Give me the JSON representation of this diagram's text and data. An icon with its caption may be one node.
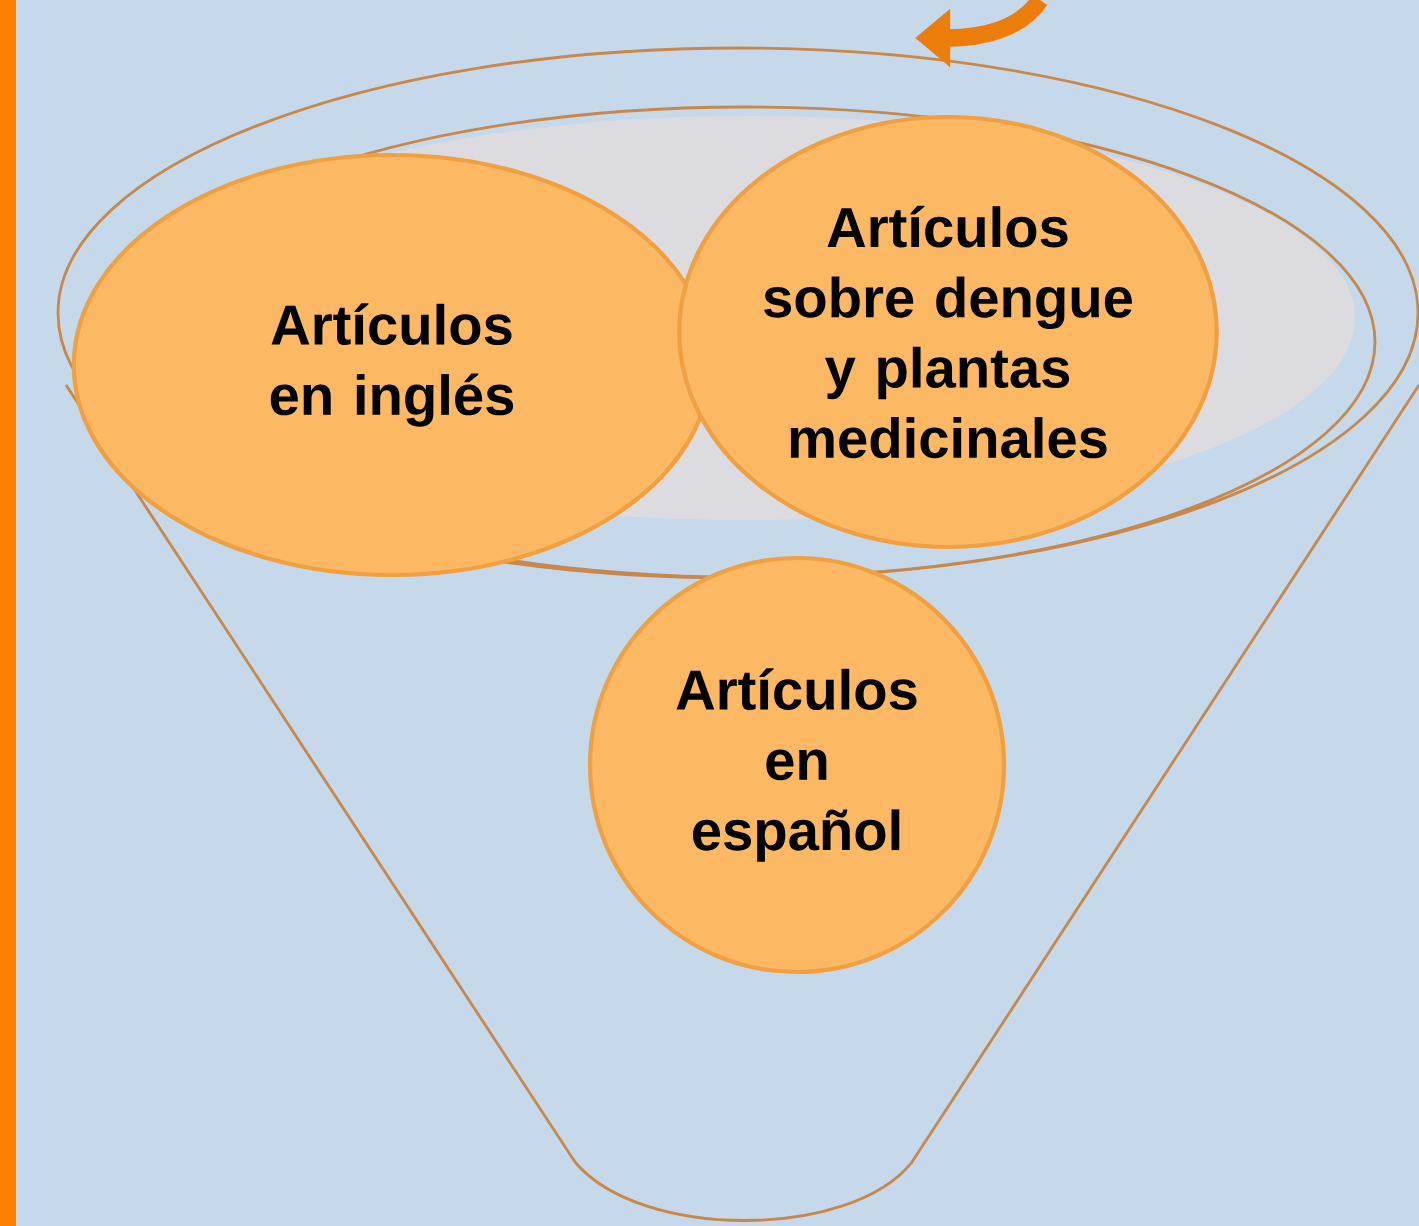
{
  "diagram": {
    "nodes": [
      {
        "text": [
          "Artículos en inglés"
        ]
      },
      {
        "text": [
          "Artículos sobre dengue y plantas medicinales"
        ]
      },
      {
        "text": [
          "Artículos en español"
        ]
      }
    ]
  }
}
